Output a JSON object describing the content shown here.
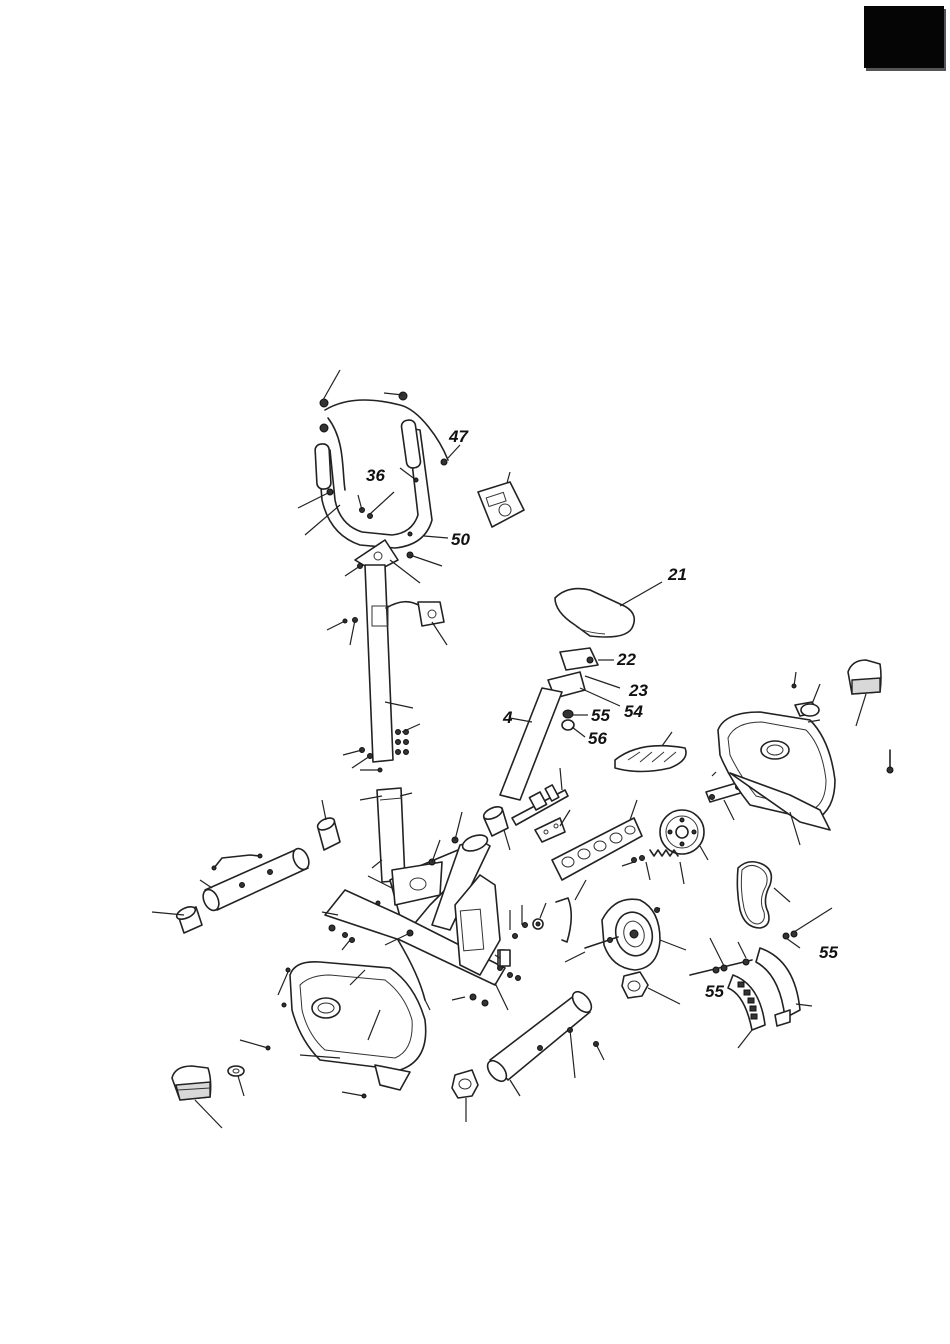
{
  "labels": {
    "l21": "21",
    "l22": "22",
    "l23": "23",
    "l54": "54",
    "l55a": "55",
    "l56": "56",
    "l4": "4",
    "l36": "36",
    "l47": "47",
    "l50": "50",
    "l55b": "55",
    "l55c": "55"
  },
  "colors": {
    "ink": "#222222",
    "box": "#050505"
  }
}
